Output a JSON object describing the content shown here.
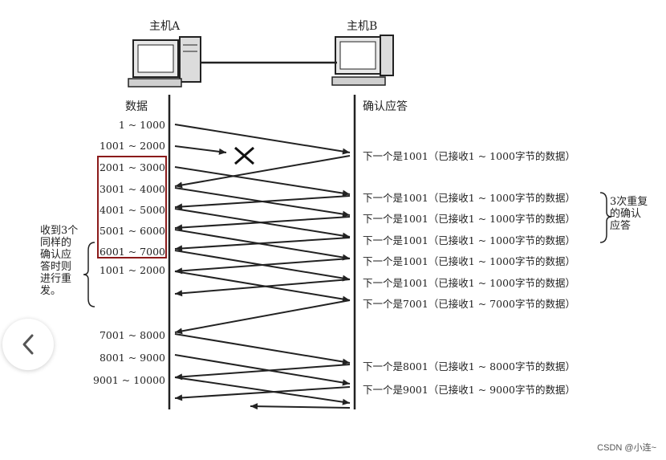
{
  "hosts": {
    "a": "主机A",
    "b": "主机B"
  },
  "columns": {
    "left": "数据",
    "right": "确认应答"
  },
  "segments": [
    "1 ~ 1000",
    "1001 ~ 2000",
    "2001 ~ 3000",
    "3001 ~ 4000",
    "4001 ~ 5000",
    "5001 ~ 6000",
    "6001 ~ 7000",
    "1001 ~ 2000",
    "7001 ~ 8000",
    "8001 ~ 9000",
    "9001 ~ 10000"
  ],
  "acks": [
    "下一个是1001（已接收1 ~ 1000字节的数据）",
    "下一个是1001（已接收1 ~ 1000字节的数据）",
    "下一个是1001（已接收1 ~ 1000字节的数据）",
    "下一个是1001（已接收1 ~ 1000字节的数据）",
    "下一个是1001（已接收1 ~ 1000字节的数据）",
    "下一个是1001（已接收1 ~ 1000字节的数据）",
    "下一个是7001（已接收1 ~ 7000字节的数据）",
    "下一个是8001（已接收1 ~ 8000字节的数据）",
    "下一个是9001（已接收1 ~ 9000字节的数据）"
  ],
  "notes": {
    "left": "收到3个\n同样的\n确认应\n答时则\n进行重\n发。",
    "right": "3次重复\n的确认\n应答"
  },
  "lost_marker": "×",
  "watermark": "CSDN @小连~",
  "colors": {
    "highlight": "#8b1a1a",
    "line": "#222222"
  },
  "icons": {
    "prev": "chevron-left-icon",
    "computer": "computer-icon"
  }
}
